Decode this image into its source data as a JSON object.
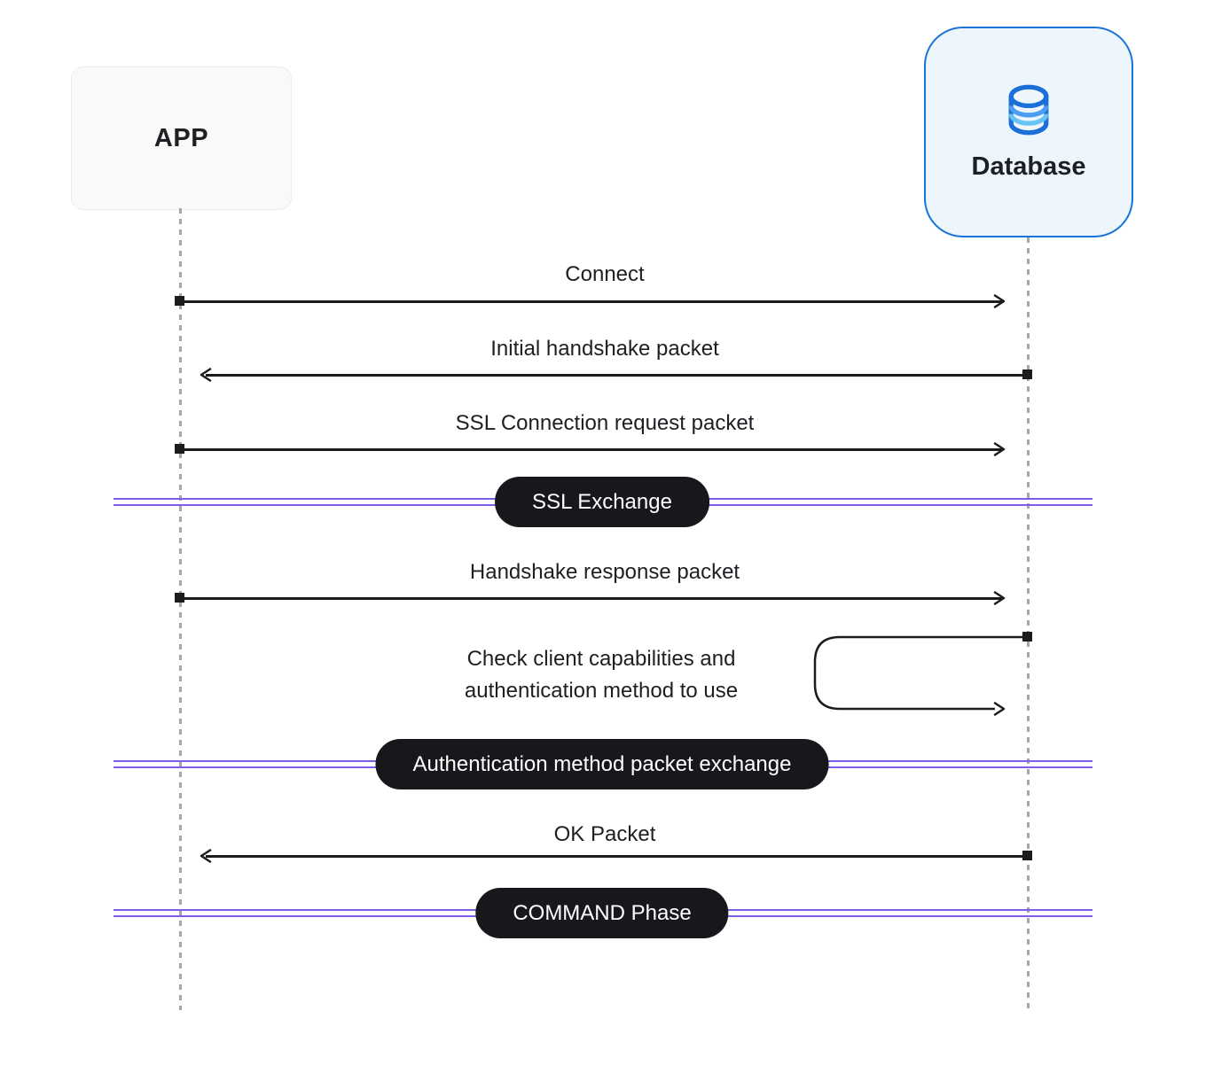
{
  "diagram": {
    "title": "MySQL-style connection handshake sequence between APP and Database",
    "actors": [
      {
        "id": "app",
        "label": "APP"
      },
      {
        "id": "database",
        "label": "Database",
        "icon": "database-cylinder-icon"
      }
    ],
    "messages": [
      {
        "label": "Connect",
        "from": "app",
        "to": "database",
        "direction": "right"
      },
      {
        "label": "Initial handshake packet",
        "from": "database",
        "to": "app",
        "direction": "left"
      },
      {
        "label": "SSL Connection request packet",
        "from": "app",
        "to": "database",
        "direction": "right"
      },
      {
        "label": "Handshake response packet",
        "from": "app",
        "to": "database",
        "direction": "right"
      },
      {
        "label": "Check client capabilities and authentication method to use",
        "from": "database",
        "to": "database",
        "direction": "self"
      },
      {
        "label": "OK Packet",
        "from": "database",
        "to": "app",
        "direction": "left"
      }
    ],
    "dividers": [
      {
        "label": "SSL Exchange"
      },
      {
        "label": "Authentication method packet exchange"
      },
      {
        "label": "COMMAND Phase"
      }
    ],
    "colors": {
      "database_border": "#1a73d8",
      "database_fill": "#edf5fd",
      "database_icon_primary": "#1a6fd8",
      "database_icon_band1": "#4a9df0",
      "database_icon_band2": "#67c3f3",
      "divider_line": "#7d5ce8",
      "divider_pill_bg": "#17181c",
      "divider_pill_text": "#ffffff",
      "arrow": "#1c1c1c",
      "lifeline": "#a7a7a7",
      "app_fill": "#f9f9f9"
    }
  }
}
